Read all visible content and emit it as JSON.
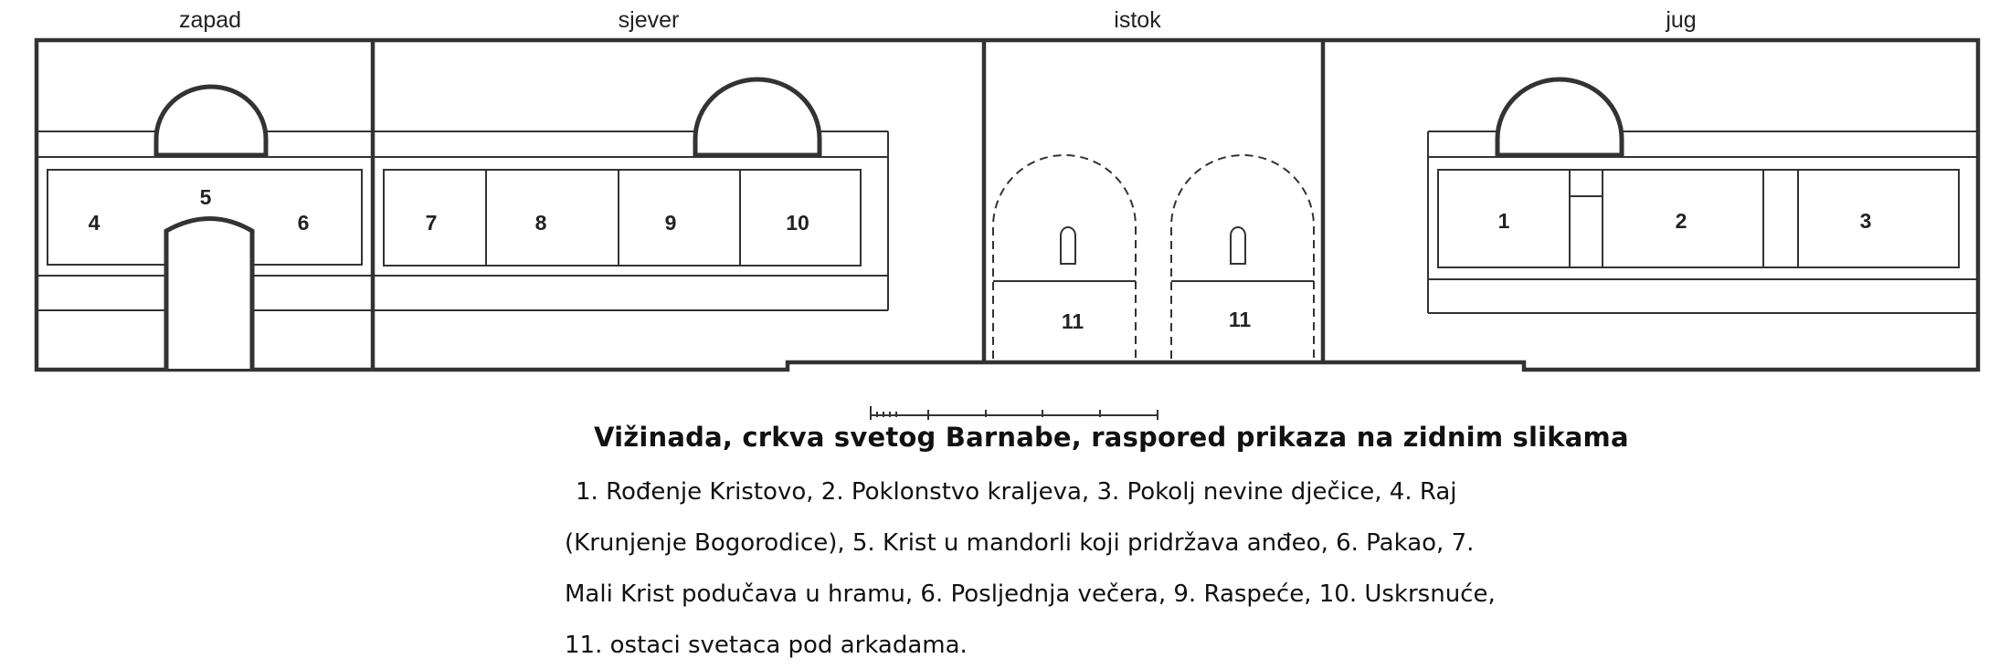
{
  "walls": {
    "west": "zapad",
    "north": "sjever",
    "east": "istok",
    "south": "jug"
  },
  "panels": [
    "1",
    "2",
    "3",
    "4",
    "5",
    "6",
    "7",
    "8",
    "9",
    "10",
    "11",
    "11"
  ],
  "caption": {
    "title": "Vižinada, crkva svetog Barnabe, raspored prikaza na zidnim slikama",
    "lines": [
      "1. Rođenje Kristovo, 2. Poklonstvo kraljeva, 3. Pokolj nevine dječice, 4. Raj",
      "(Krunjenje Bogorodice), 5. Krist u mandorli koji pridržava anđeo, 6. Pakao, 7.",
      "Mali Krist podučava u hramu, 6. Posljednja večera, 9. Raspeće, 10. Uskrsnuće,",
      "11. ostaci svetaca pod arkadama."
    ]
  }
}
